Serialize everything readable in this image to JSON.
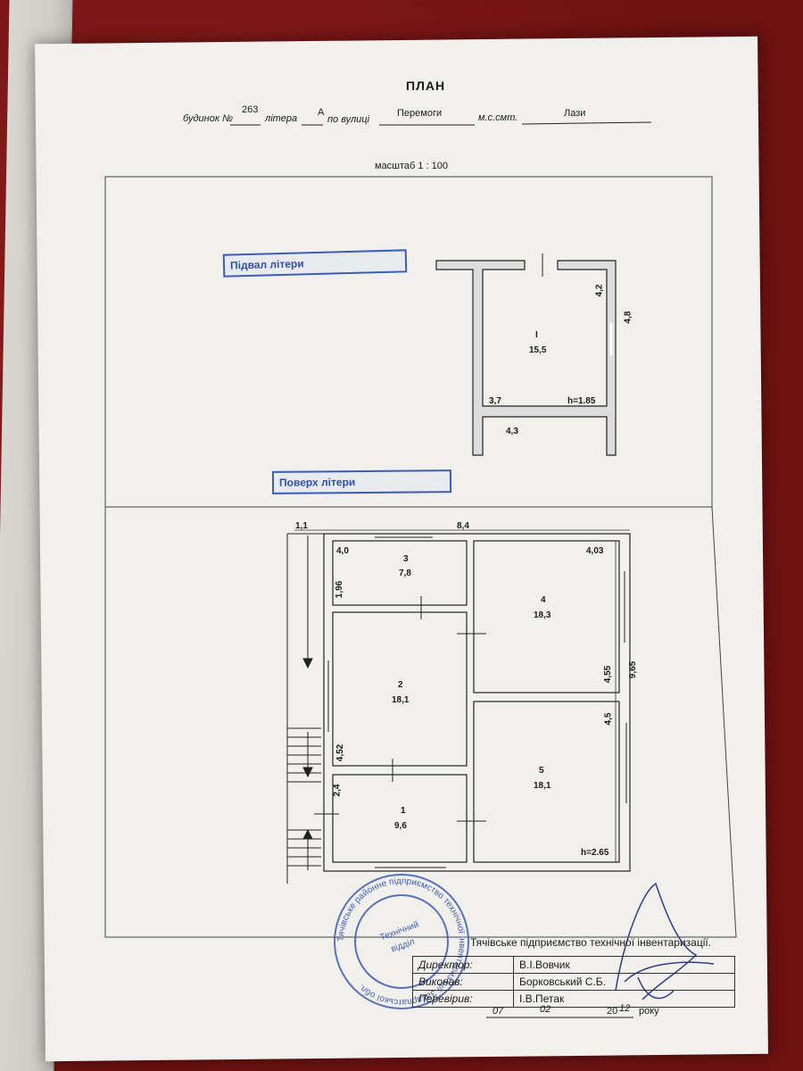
{
  "document": {
    "title": "ПЛАН",
    "header": {
      "house_label": "будинок №",
      "house_number": "263",
      "letter_label": "літера",
      "letter_value": "А",
      "street_label": "по вулиці",
      "street_value": "Перемоги",
      "town_label": "м.с.смт.",
      "town_value": "Лази"
    },
    "scale": "масштаб 1 : 100",
    "basement_stamp": "Підвал літери",
    "floor_stamp": "Поверх літери",
    "basement_plan": {
      "rooms": [
        {
          "number": "I",
          "area": "15,5"
        }
      ],
      "dimensions": [
        "4,2",
        "4,8",
        "3,7",
        "4,3"
      ],
      "height": "h=1.85"
    },
    "floor_plan": {
      "rooms": [
        {
          "number": "3",
          "area": "7,8"
        },
        {
          "number": "4",
          "area": "18,3"
        },
        {
          "number": "2",
          "area": "18,1"
        },
        {
          "number": "5",
          "area": "18,1"
        },
        {
          "number": "1",
          "area": "9,6"
        }
      ],
      "dimensions": [
        "1,1",
        "8,4",
        "4,0",
        "4,03",
        "1,96",
        "4,55",
        "9,65",
        "4,5",
        "4,52",
        "2,4"
      ],
      "height": "h=2.65"
    },
    "organization": "Тячівське підприємство технічної інвентаризації.",
    "signatures": [
      {
        "role": "Директор:",
        "name": "В.І.Вовчик"
      },
      {
        "role": "Виконав:",
        "name": "Борковський С.Б."
      },
      {
        "role": "Перевірив:",
        "name": "І.В.Петак"
      }
    ],
    "date": {
      "day": "07",
      "month": "02",
      "year_prefix": "20",
      "year_suffix": "12",
      "word": "року"
    },
    "seal": {
      "outer_text": "Тячівське районне підприємство технічної інвентаризації Закарпатської обл.",
      "inner_text_1": "Технічний",
      "inner_text_2": "відділ"
    },
    "colors": {
      "paper": "#f1f0ed",
      "ink": "#1b1b1b",
      "stamp_blue": "#3d5cb5",
      "background": "#7a1616"
    }
  }
}
